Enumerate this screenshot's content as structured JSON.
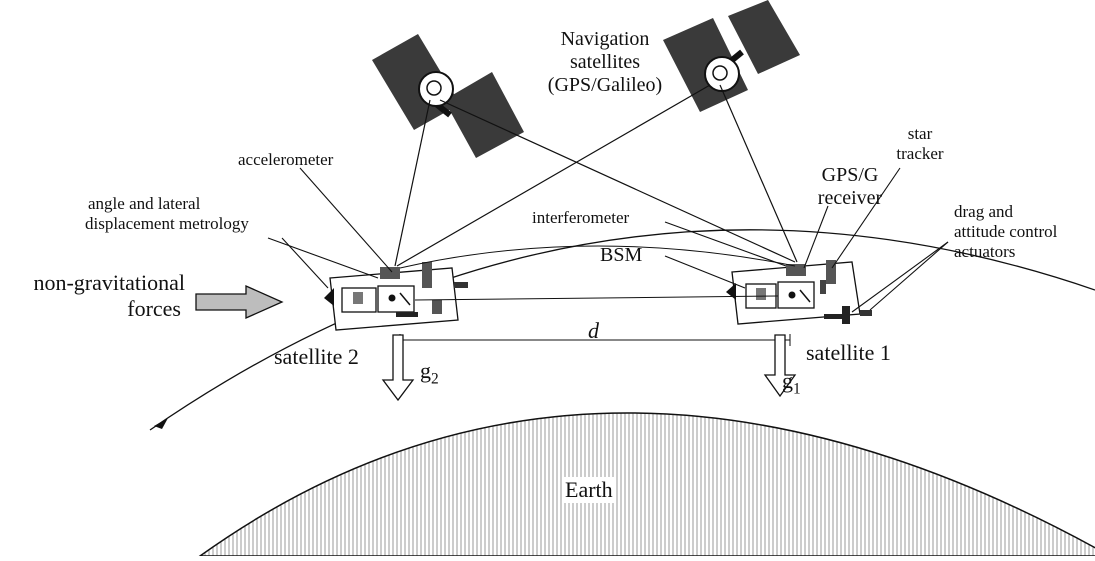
{
  "labels": {
    "nav_sats": [
      "Navigation",
      "satellites",
      "(GPS/Galileo)"
    ],
    "accelerometer": "accelerometer",
    "angle_metrology": [
      "angle and lateral",
      "displacement metrology"
    ],
    "interferometer": "interferometer",
    "bsm": "BSM",
    "gps_receiver": [
      "GPS/G",
      "receiver"
    ],
    "star_tracker": [
      "star",
      "tracker"
    ],
    "drag_actuators": [
      "drag and",
      "attitude control",
      "actuators"
    ],
    "non_grav": [
      "non-gravitational",
      "forces"
    ],
    "satellite_2": "satellite 2",
    "satellite_1": "satellite 1",
    "distance": "d",
    "g2_base": "g",
    "g2_sub": "2",
    "g1_base": "g",
    "g1_sub": "1",
    "earth": "Earth"
  },
  "colors": {
    "ink": "#111111",
    "panel": "#3a3a3a",
    "earth_hatch": "#9a9a9a",
    "arrow_fill": "#bdbdbd"
  }
}
